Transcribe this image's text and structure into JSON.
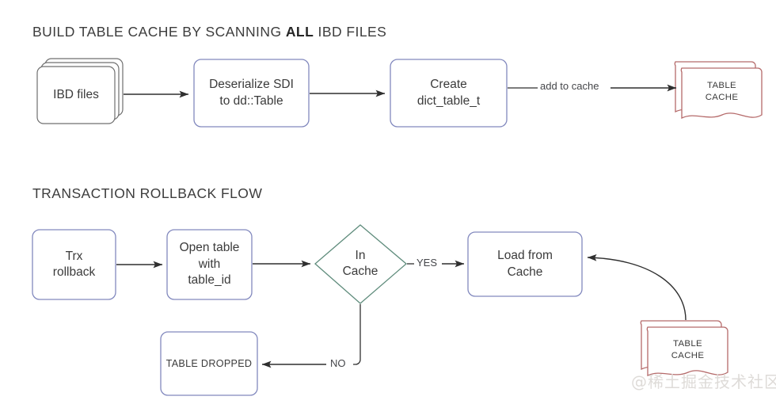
{
  "diagram": {
    "background": "#ffffff",
    "text_color": "#3b3b3b",
    "colors": {
      "blue_border": "#8289be",
      "gray_border": "#6f6f6f",
      "red_border": "#b56a6a",
      "teal_border": "#5f8c7c",
      "arrow": "#2f2f2f",
      "watermark": "#dedbd8"
    }
  },
  "sections": [
    {
      "id": "build-table-cache",
      "title_parts": {
        "before": "BUILD TABLE CACHE BY SCANNING ",
        "strong": "ALL",
        "after": " IBD FILES"
      },
      "title_plain": "BUILD TABLE CACHE BY SCANNING ALL IBD FILES"
    },
    {
      "id": "transaction-rollback-flow",
      "title_plain": "TRANSACTION ROLLBACK FLOW"
    }
  ],
  "nodes": {
    "ibd_files": {
      "label": "IBD files",
      "shape": "stacked-rect",
      "border": "#6f6f6f"
    },
    "deserialize_sdi": {
      "line1": "Deserialize SDI",
      "line2": "to dd::Table",
      "shape": "rounded-rect",
      "border": "#8289be"
    },
    "create_dict_table": {
      "line1": "Create",
      "line2": "dict_table_t",
      "shape": "rounded-rect",
      "border": "#8289be"
    },
    "table_cache_top": {
      "line1": "TABLE",
      "line2": "CACHE",
      "shape": "stacked-document",
      "border": "#b56a6a"
    },
    "trx_rollback": {
      "line1": "Trx",
      "line2": "rollback",
      "shape": "rounded-rect",
      "border": "#8289be"
    },
    "open_table": {
      "line1": "Open table",
      "line2": "with",
      "line3": "table_id",
      "shape": "rounded-rect",
      "border": "#8289be"
    },
    "in_cache": {
      "line1": "In",
      "line2": "Cache",
      "shape": "diamond",
      "border": "#5f8c7c"
    },
    "load_from_cache": {
      "line1": "Load from",
      "line2": "Cache",
      "shape": "rounded-rect",
      "border": "#8289be"
    },
    "table_dropped": {
      "label": "TABLE DROPPED",
      "shape": "rounded-rect",
      "border": "#8289be"
    },
    "table_cache_bottom": {
      "line1": "TABLE",
      "line2": "CACHE",
      "shape": "stacked-document",
      "border": "#b56a6a"
    }
  },
  "edges": [
    {
      "id": "ibd-to-deserialize",
      "label": ""
    },
    {
      "id": "deserialize-to-create",
      "label": ""
    },
    {
      "id": "create-to-cache",
      "label": "add to cache"
    },
    {
      "id": "trx-to-open",
      "label": ""
    },
    {
      "id": "open-to-decision",
      "label": ""
    },
    {
      "id": "decision-to-load",
      "label": "YES"
    },
    {
      "id": "decision-to-dropped",
      "label": "NO"
    },
    {
      "id": "cache-to-load",
      "label": ""
    }
  ],
  "watermark": {
    "text": "@稀土掘金技术社区"
  }
}
